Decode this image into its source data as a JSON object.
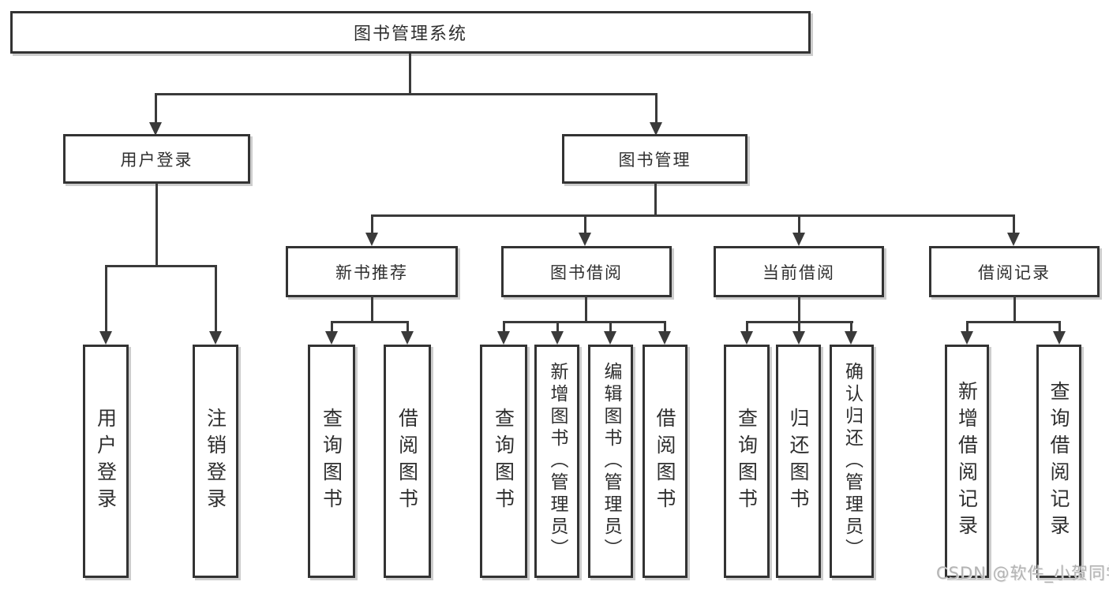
{
  "root": {
    "label": "图书管理系统"
  },
  "level2": [
    {
      "label": "用户登录"
    },
    {
      "label": "图书管理"
    }
  ],
  "level3": [
    {
      "label": "新书推荐"
    },
    {
      "label": "图书借阅"
    },
    {
      "label": "当前借阅"
    },
    {
      "label": "借阅记录"
    }
  ],
  "leaves": {
    "login": [
      {
        "label": "用户登录"
      },
      {
        "label": "注销登录"
      }
    ],
    "recommend": [
      {
        "label": "查询图书"
      },
      {
        "label": "借阅图书"
      }
    ],
    "borrow": [
      {
        "label": "查询图书"
      },
      {
        "label": "新增图书（管理员）"
      },
      {
        "label": "编辑图书（管理员）"
      },
      {
        "label": "借阅图书"
      }
    ],
    "current": [
      {
        "label": "查询图书"
      },
      {
        "label": "归还图书"
      },
      {
        "label": "确认归还（管理员）"
      }
    ],
    "records": [
      {
        "label": "新增借阅记录"
      },
      {
        "label": "查询借阅记录"
      }
    ]
  },
  "watermark": {
    "text": "CSDN @软件_小贺同学"
  },
  "colors": {
    "line": "#3a3a3a",
    "border": "#333333",
    "text": "#2f2f2f",
    "watermark": "#b3b3b3",
    "background": "#ffffff"
  }
}
